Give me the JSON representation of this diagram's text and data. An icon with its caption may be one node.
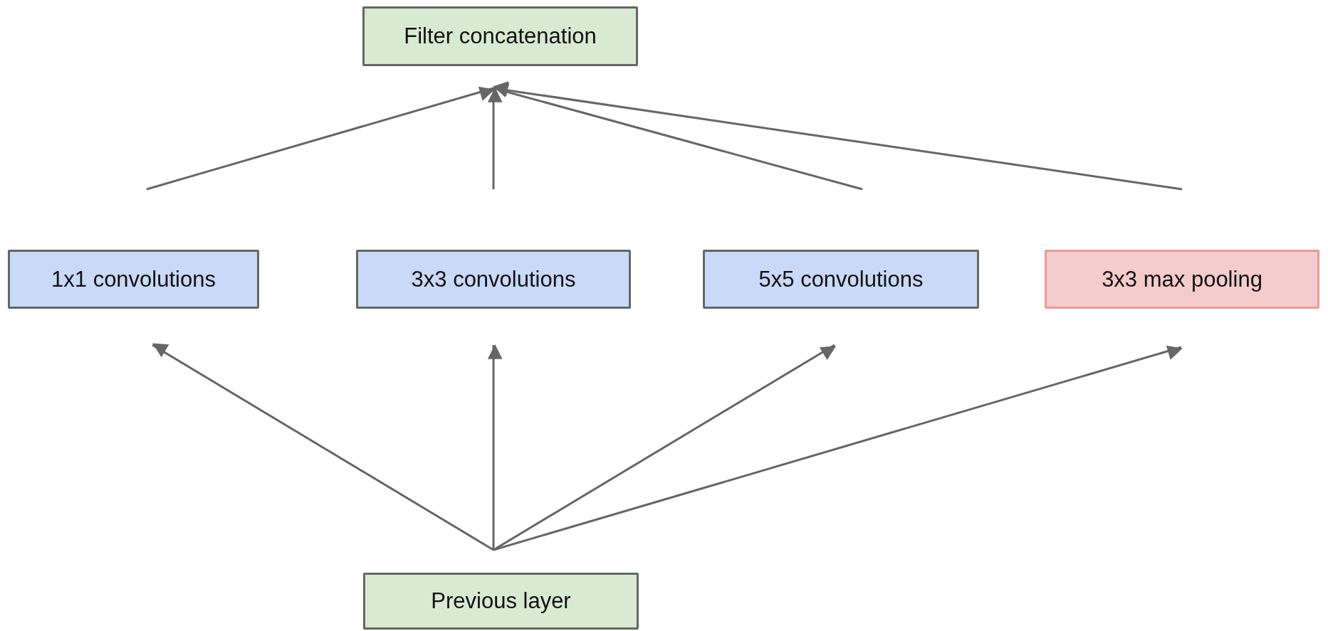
{
  "diagram": {
    "nodes": [
      {
        "text": [
          "Filter concatenation"
        ]
      },
      {
        "text": [
          "1x1 convolutions"
        ]
      },
      {
        "text": [
          "3x3 convolutions"
        ]
      },
      {
        "text": [
          "5x5 convolutions"
        ]
      },
      {
        "text": [
          "3x3 max pooling"
        ]
      },
      {
        "text": [
          "Previous layer"
        ]
      }
    ],
    "edges": [
      {
        "from": 5,
        "to": 1,
        "arrow": "to"
      },
      {
        "from": 5,
        "to": 2,
        "arrow": "to"
      },
      {
        "from": 5,
        "to": 3,
        "arrow": "to"
      },
      {
        "from": 5,
        "to": 4,
        "arrow": "to"
      },
      {
        "from": 1,
        "to": 0,
        "arrow": "to"
      },
      {
        "from": 2,
        "to": 0,
        "arrow": "to"
      },
      {
        "from": 3,
        "to": 0,
        "arrow": "to"
      },
      {
        "from": 4,
        "to": 0,
        "arrow": "to"
      }
    ]
  }
}
